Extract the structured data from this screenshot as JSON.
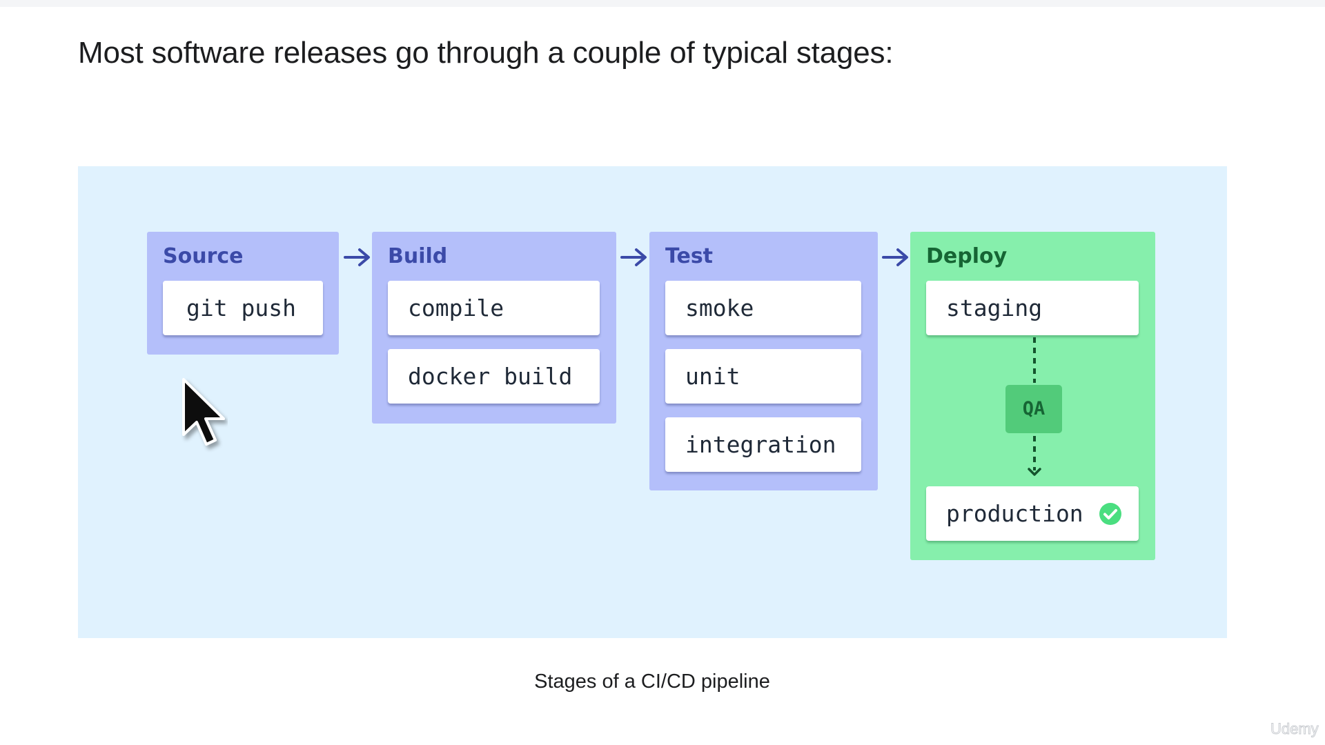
{
  "heading": "Most software releases go through a couple of typical stages:",
  "caption": "Stages of a CI/CD pipeline",
  "watermark": "Udemy",
  "colors": {
    "panel_background": "#e0f2fe",
    "stage_blue": "#b4bffa",
    "stage_green": "#86efac",
    "stage_title_blue": "#3b4aa8",
    "stage_title_green": "#166534",
    "arrow": "#3b4aa8",
    "qa_badge": "#52cb7a",
    "check": "#4ade80"
  },
  "diagram": {
    "stages": [
      {
        "title": "Source",
        "steps": [
          "git push"
        ]
      },
      {
        "title": "Build",
        "steps": [
          "compile",
          "docker build"
        ]
      },
      {
        "title": "Test",
        "steps": [
          "smoke",
          "unit",
          "integration"
        ]
      },
      {
        "title": "Deploy",
        "steps": [
          "staging",
          "production"
        ],
        "gate": "QA",
        "completed_icon": "check-circle-icon"
      }
    ],
    "connectors": [
      "arrow-right-icon",
      "arrow-right-icon",
      "arrow-right-icon"
    ]
  },
  "icons": {
    "cursor": "mouse-pointer-icon"
  }
}
